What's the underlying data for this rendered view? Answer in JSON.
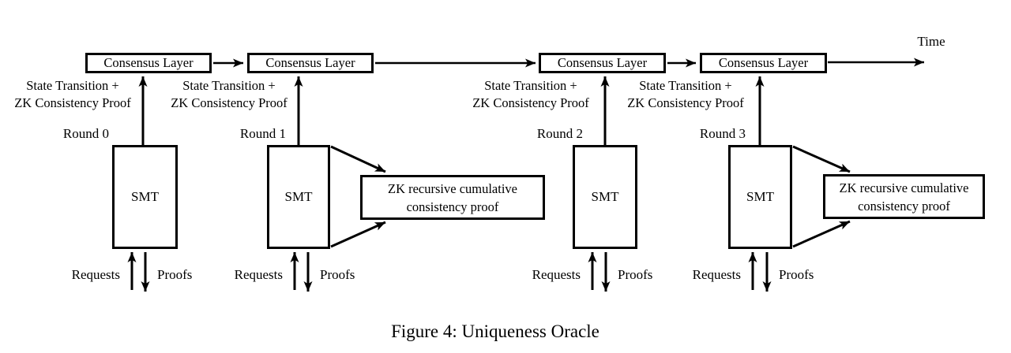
{
  "figure": {
    "caption": "Figure 4: Uniqueness Oracle",
    "time_label": "Time"
  },
  "labels": {
    "consensus": "Consensus Layer",
    "smt": "SMT",
    "state_transition_line1": "State Transition +",
    "state_transition_line2": "ZK Consistency Proof",
    "zk_line1": "ZK recursive cumulative",
    "zk_line2": "consistency proof",
    "requests": "Requests",
    "proofs": "Proofs"
  },
  "rounds": [
    {
      "label": "Round 0",
      "has_cumulative_proof": false
    },
    {
      "label": "Round 1",
      "has_cumulative_proof": true
    },
    {
      "label": "Round 2",
      "has_cumulative_proof": false
    },
    {
      "label": "Round 3",
      "has_cumulative_proof": true
    }
  ],
  "colors": {
    "ink": "#000000",
    "background": "#ffffff"
  }
}
